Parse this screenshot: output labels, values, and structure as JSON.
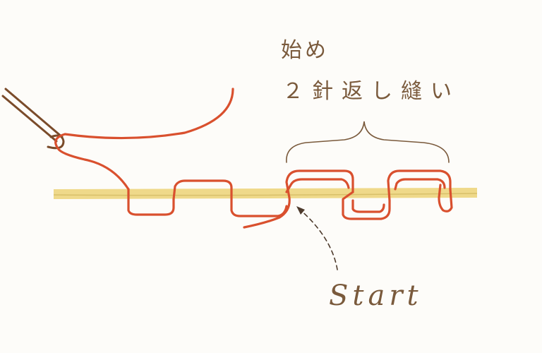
{
  "labels": {
    "title_line1": "始め",
    "title_line2": "２針返し縫い",
    "start": "Start"
  },
  "colors": {
    "background": "#fdfcf9",
    "thread": "#d9502e",
    "fabric": "#efd98a",
    "fabric_edge": "#d8c06a",
    "needle": "#7a4b2a",
    "ink": "#7a5a3c"
  },
  "icons": {
    "needle": "needle-icon",
    "arrow": "curved-arrow-icon"
  }
}
